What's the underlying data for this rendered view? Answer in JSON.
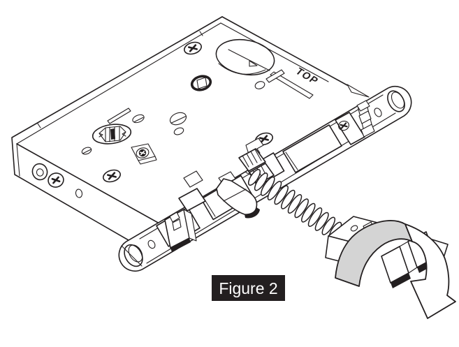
{
  "markings": {
    "top_label": "TOP"
  },
  "figure_label": {
    "text": "Figure 2",
    "background": "#231f20",
    "text_color": "#ffffff"
  },
  "colors": {
    "line": "#231f20",
    "arrow_fill": "#d4d4d4",
    "background": "#ffffff"
  },
  "parts": [
    "lock-case",
    "faceplate",
    "cylinder-hole",
    "spindle-hub",
    "deadbolt-hub",
    "auxiliary-latch",
    "latch-lever",
    "deadbolt-opening",
    "compression-spring",
    "latch-bolt-carrier",
    "latch-bolt",
    "rotation-arrow",
    "mounting-ear",
    "screws",
    "figure-label"
  ]
}
